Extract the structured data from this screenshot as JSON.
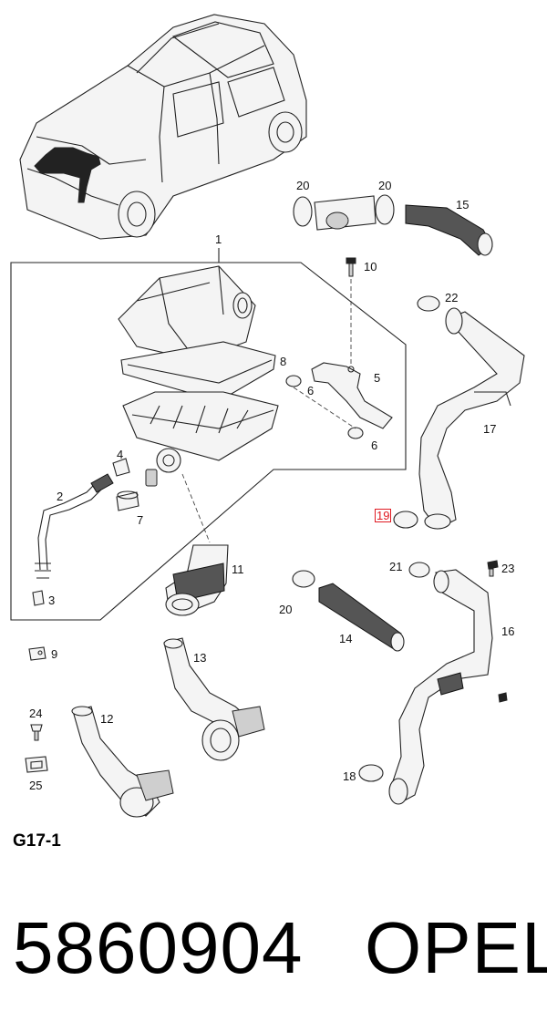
{
  "diagram": {
    "figure_code": "G17-1",
    "callouts": [
      {
        "id": "c1",
        "text": "1"
      },
      {
        "id": "c2",
        "text": "2"
      },
      {
        "id": "c3",
        "text": "3"
      },
      {
        "id": "c4",
        "text": "4"
      },
      {
        "id": "c5",
        "text": "5"
      },
      {
        "id": "c6a",
        "text": "6"
      },
      {
        "id": "c6b",
        "text": "6"
      },
      {
        "id": "c7",
        "text": "7"
      },
      {
        "id": "c8",
        "text": "8"
      },
      {
        "id": "c9",
        "text": "9"
      },
      {
        "id": "c10",
        "text": "10"
      },
      {
        "id": "c11",
        "text": "11"
      },
      {
        "id": "c12",
        "text": "12"
      },
      {
        "id": "c13",
        "text": "13"
      },
      {
        "id": "c14",
        "text": "14"
      },
      {
        "id": "c15",
        "text": "15"
      },
      {
        "id": "c16",
        "text": "16"
      },
      {
        "id": "c17",
        "text": "17"
      },
      {
        "id": "c18",
        "text": "18"
      },
      {
        "id": "c19",
        "text": "19",
        "highlighted": true
      },
      {
        "id": "c20a",
        "text": "20"
      },
      {
        "id": "c20b",
        "text": "20"
      },
      {
        "id": "c20c",
        "text": "20"
      },
      {
        "id": "c21",
        "text": "21"
      },
      {
        "id": "c22",
        "text": "22"
      },
      {
        "id": "c23",
        "text": "23"
      },
      {
        "id": "c24",
        "text": "24"
      },
      {
        "id": "c25",
        "text": "25"
      }
    ],
    "highlight_color": "#e01a22"
  },
  "footer": {
    "part_number": "5860904",
    "brand": "OPEL"
  }
}
